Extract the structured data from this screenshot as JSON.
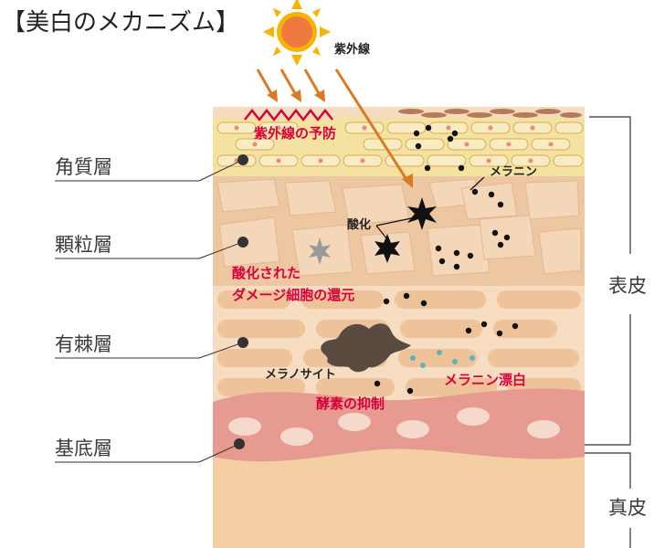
{
  "title": "【美白のメカニズム】",
  "sun_label": "紫外線",
  "layers": [
    {
      "name": "角質層"
    },
    {
      "name": "顆粒層"
    },
    {
      "name": "有棘層"
    },
    {
      "name": "基底層"
    }
  ],
  "regions": {
    "epidermis": "表皮",
    "dermis": "真皮"
  },
  "annotations": {
    "uv_prevention": "紫外線の予防",
    "melanin": "メラニン",
    "oxidation": "酸化",
    "reduction_line1": "酸化された",
    "reduction_line2": "ダメージ細胞の還元",
    "melanocyte": "メラノサイト",
    "whitening": "メラニン漂白",
    "enzyme": "酵素の抑制"
  },
  "colors": {
    "stratum_corneum": "#f4e3a0",
    "granular": "#edc7a1",
    "spinous": "#f6dcc0",
    "basal": "#e79a8f",
    "dermis": "#f3cfa3",
    "uv_arrow": "#d97a24",
    "red_text": "#d6003b",
    "melanocyte": "#5a4a40",
    "melanin_dot": "#111111",
    "bleached_dot": "#5fb3b8"
  }
}
